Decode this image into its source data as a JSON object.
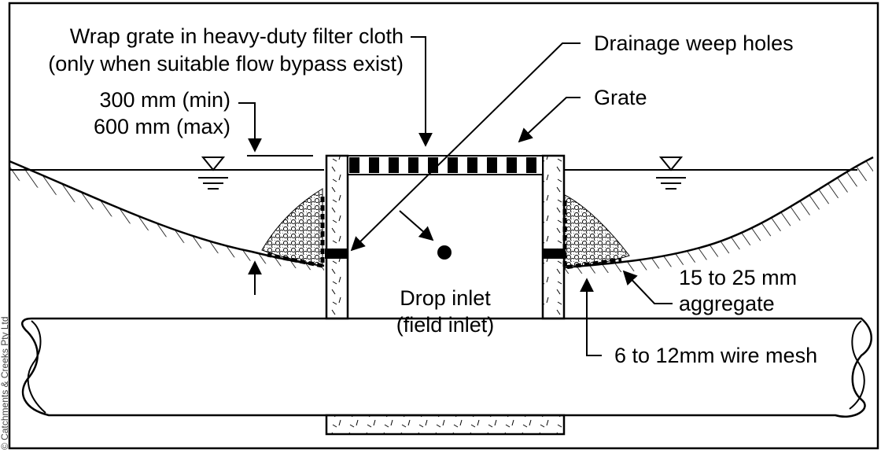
{
  "labels": {
    "filter_cloth_line1": "Wrap grate in heavy-duty filter cloth",
    "filter_cloth_line2": "(only when suitable flow bypass exist)",
    "weep_holes": "Drainage weep holes",
    "depth_line1": "300 mm (min)",
    "depth_line2": "600 mm (max)",
    "grate": "Grate",
    "inlet_line1": "Drop inlet",
    "inlet_line2": "(field inlet)",
    "aggregate_line1": "15 to 25 mm",
    "aggregate_line2": "aggregate",
    "wire_mesh": "6 to 12mm wire mesh"
  },
  "copyright": "© Catchments & Creeks Pty Ltd",
  "colors": {
    "ink": "#000000",
    "paper": "#ffffff"
  }
}
